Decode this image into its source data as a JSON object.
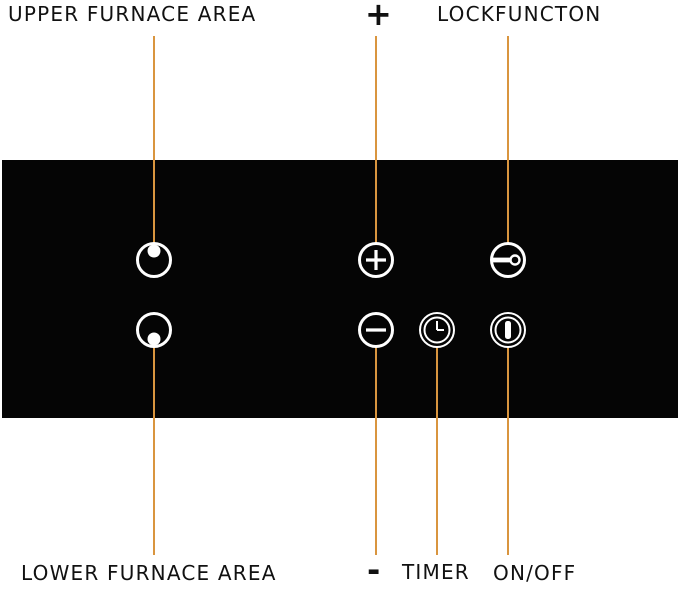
{
  "labels": {
    "upper_furnace_area": "UPPER FURNACE AREA",
    "lower_furnace_area": "LOWER FURNACE AREA",
    "plus": "+",
    "minus": "-",
    "lock_function": "LOCKFUNCTON",
    "timer": "TIMER",
    "on_off": "ON/OFF"
  },
  "colors": {
    "panel": "#050505",
    "leader_line": "#d9953f",
    "icon": "#ffffff",
    "text": "#111111"
  },
  "icons": {
    "upper_furnace": "upper-furnace-icon",
    "lower_furnace": "lower-furnace-icon",
    "plus": "plus-icon",
    "minus": "minus-icon",
    "lock": "lock-key-icon",
    "timer": "clock-icon",
    "power": "power-icon"
  }
}
